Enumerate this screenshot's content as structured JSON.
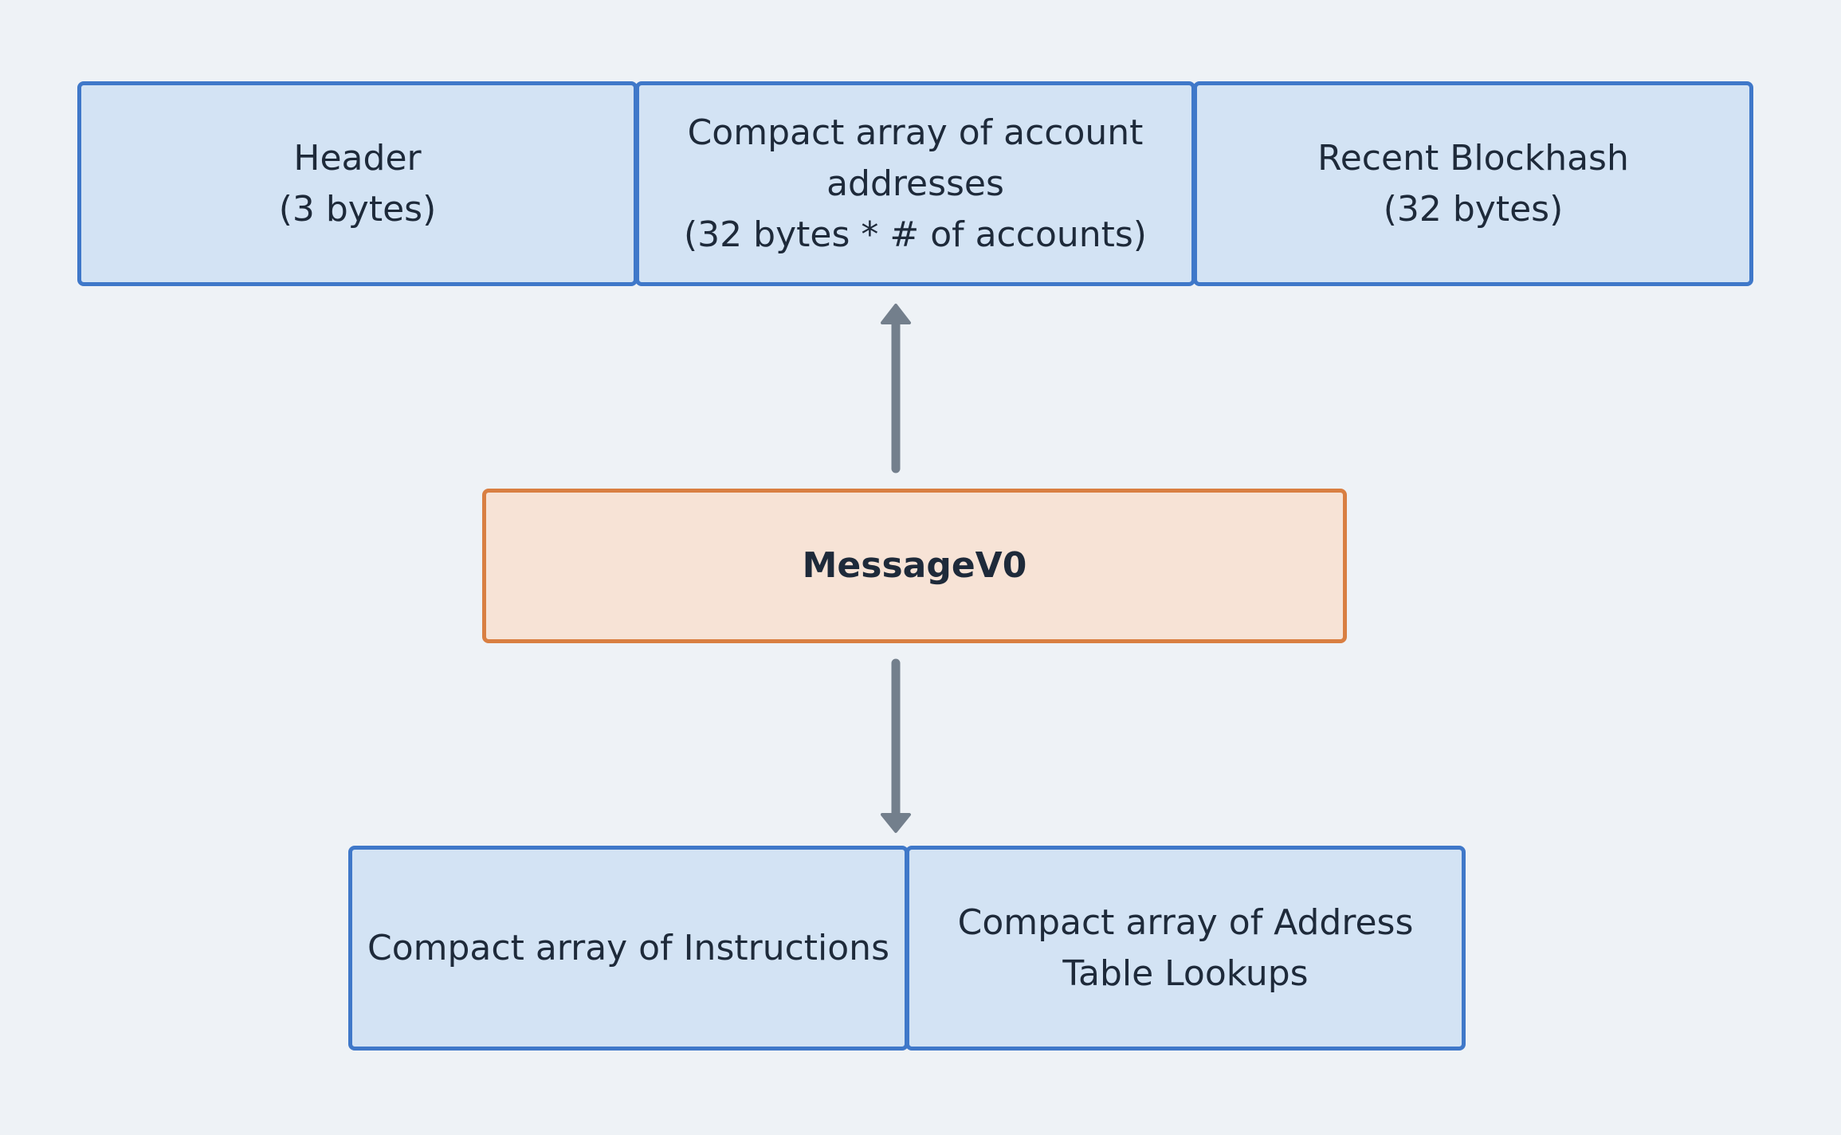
{
  "top_row": {
    "header": {
      "line1": "Header",
      "line2": "(3 bytes)"
    },
    "accounts": {
      "line1": "Compact array of account",
      "line2": "addresses",
      "line3": "(32 bytes * # of accounts)"
    },
    "blockhash": {
      "line1": "Recent Blockhash",
      "line2": "(32 bytes)"
    }
  },
  "center": {
    "label": "MessageV0"
  },
  "bottom_row": {
    "instructions": {
      "line1": "Compact array of Instructions"
    },
    "address_table_lookups": {
      "line1": "Compact array of Address",
      "line2": "Table Lookups"
    }
  },
  "colors": {
    "background": "#eef2f6",
    "blue_fill": "#d3e3f4",
    "blue_border": "#3f78c9",
    "orange_fill": "#f7e3d6",
    "orange_border": "#d97f42",
    "arrow": "#737f8c",
    "text": "#1e2a3a"
  }
}
